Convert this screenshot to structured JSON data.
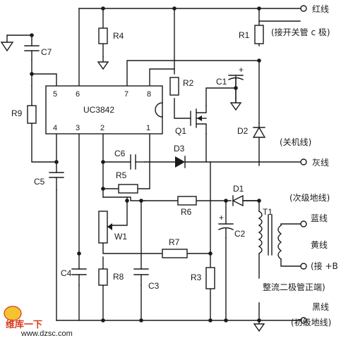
{
  "ic": {
    "name": "UC3842",
    "pins_top": [
      "5",
      "6",
      "7",
      "8"
    ],
    "pins_bottom": [
      "4",
      "3",
      "2",
      "1"
    ]
  },
  "components": {
    "r1": "R1",
    "r2": "R2",
    "r3": "R3",
    "r4": "R4",
    "r5": "R5",
    "r6": "R6",
    "r7": "R7",
    "r8": "R8",
    "r9": "R9",
    "c1": "C1",
    "c2": "C2",
    "c3": "C3",
    "c4": "C4",
    "c5": "C5",
    "c6": "C6",
    "c7": "C7",
    "d1": "D1",
    "d2": "D2",
    "d3": "D3",
    "q1": "Q1",
    "t1": "T1",
    "w1": "W1"
  },
  "wires": {
    "red": "红线",
    "red_note": "(接开关管 c 极)",
    "shutdown_note": "(关机线)",
    "gray": "灰线",
    "secondary_ground_note": "(次级地线)",
    "blue": "蓝线",
    "yellow": "黄线",
    "yellow_note": "(接 +B",
    "rectifier_note": "整流二极管正端)",
    "black": "黑线",
    "primary_ground_note": "(初级地线)"
  },
  "polarity": {
    "c1": "+",
    "c2": "+"
  },
  "watermark": {
    "line1": "维库一下",
    "line2": "www.dzsc.com",
    "accent": "#d9381e",
    "secondary": "#2a5fb0"
  }
}
